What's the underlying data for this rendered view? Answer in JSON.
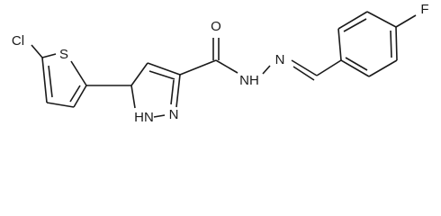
{
  "atom_labels": {
    "chlorine": "Cl",
    "thiophene_sulfur": "S",
    "carbonyl_oxygen": "O",
    "fluorine": "F",
    "pyrazole_nh": "HN",
    "pyrazole_n": "N",
    "amide_nh": "NH",
    "imine_n": "N"
  }
}
